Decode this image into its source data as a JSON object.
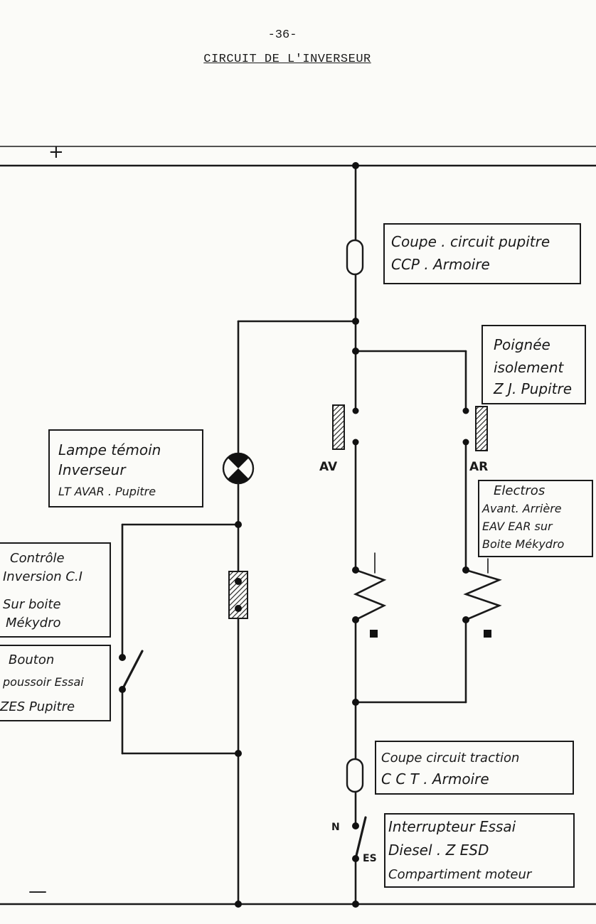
{
  "page_number": "-36-",
  "title": "CIRCUIT DE L'INVERSEUR",
  "rails": {
    "positive": "+",
    "negative": "—"
  },
  "labels": {
    "ccp": [
      "Coupe . circuit pupitre",
      "CCP . Armoire"
    ],
    "poignee": [
      "Poignée",
      "isolement",
      "Z J. Pupitre"
    ],
    "lampe": [
      "Lampe témoin",
      "Inverseur",
      "LT AVAR . Pupitre"
    ],
    "electros": [
      "Electros",
      "Avant. Arrière",
      "EAV  EAR sur",
      "Boite Mékydro"
    ],
    "controle": [
      "Contrôle",
      "Inversion C.I",
      "Sur boite",
      "Mékydro"
    ],
    "bouton": [
      "Bouton",
      "poussoir Essai",
      "ZES Pupitre"
    ],
    "cct": [
      "Coupe circuit traction",
      "C C T . Armoire"
    ],
    "interrupteur": [
      "Interrupteur Essai",
      "Diesel . Z ESD",
      "Compartiment moteur"
    ]
  },
  "terminals": {
    "av": "AV",
    "ar": "AR",
    "n": "N",
    "es": "ES"
  }
}
